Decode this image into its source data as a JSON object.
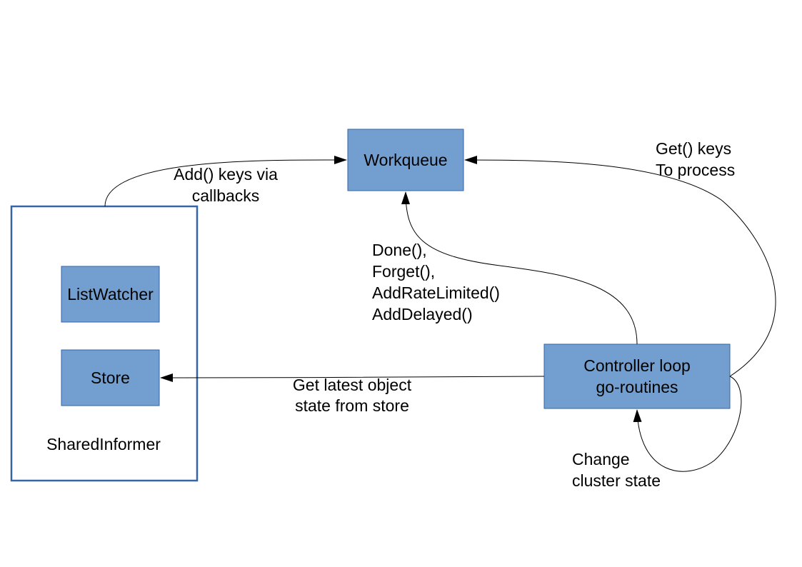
{
  "colors": {
    "node_fill": "#729fcf",
    "node_stroke": "#3465a4",
    "container_stroke": "#3465a4",
    "edge": "#000000",
    "background": "#ffffff"
  },
  "nodes": {
    "workqueue": {
      "label": "Workqueue"
    },
    "list_watcher": {
      "label": "ListWatcher"
    },
    "store": {
      "label": "Store"
    },
    "shared_informer": {
      "label": "SharedInformer"
    },
    "controller": {
      "label_line1": "Controller loop",
      "label_line2": "go-routines"
    }
  },
  "edges": {
    "add_keys": {
      "line1": "Add() keys via",
      "line2": "callbacks"
    },
    "get_keys": {
      "line1": "Get() keys",
      "line2": "To process"
    },
    "done": {
      "line1": "Done(),",
      "line2": "Forget(),",
      "line3": "AddRateLimited()",
      "line4": "AddDelayed()"
    },
    "get_latest": {
      "line1": "Get latest object",
      "line2": "state from store"
    },
    "change_state": {
      "line1": "Change",
      "line2": "cluster state"
    }
  }
}
